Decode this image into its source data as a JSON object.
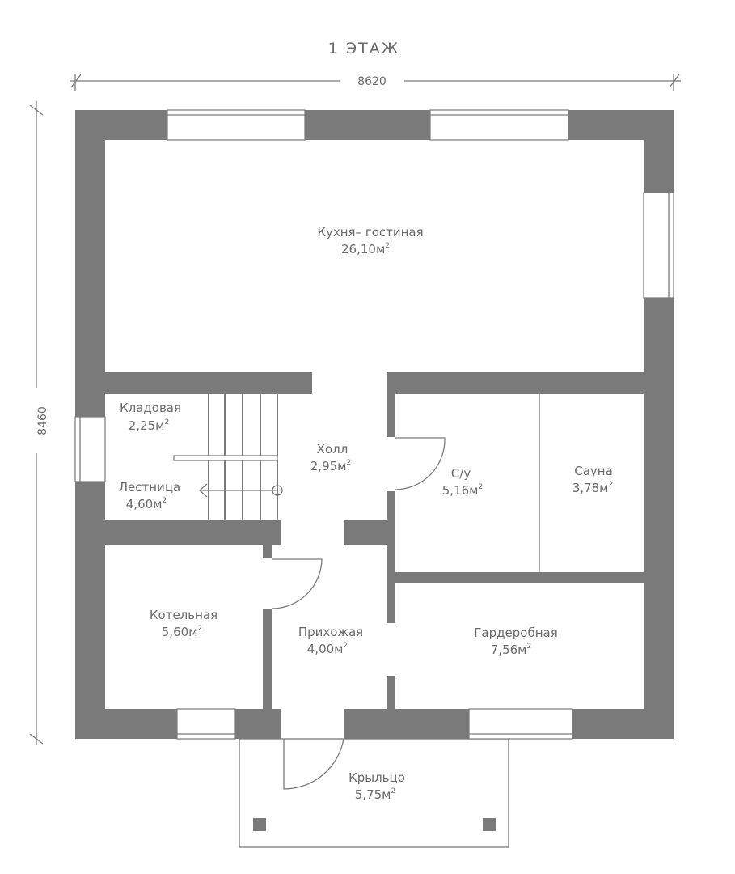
{
  "title": "1  ЭТАЖ",
  "dimensions": {
    "width": "8620",
    "height": "8460"
  },
  "area_unit": "м",
  "area_power": "2",
  "rooms": [
    {
      "name": "Кухня– гостиная",
      "area": "26,10"
    },
    {
      "name": "Кладовая",
      "area": "2,25"
    },
    {
      "name": "Лестница",
      "area": "4,60"
    },
    {
      "name": "Холл",
      "area": "2,95"
    },
    {
      "name": "С/у",
      "area": "5,16"
    },
    {
      "name": "Сауна",
      "area": "3,78"
    },
    {
      "name": "Котельная",
      "area": "5,60"
    },
    {
      "name": "Прихожая",
      "area": "4,00"
    },
    {
      "name": "Гардеробная",
      "area": "7,56"
    },
    {
      "name": "Крыльцо",
      "area": "5,75"
    }
  ],
  "colors": {
    "wall": "#7a7a7a",
    "text": "#6a6a6a"
  }
}
